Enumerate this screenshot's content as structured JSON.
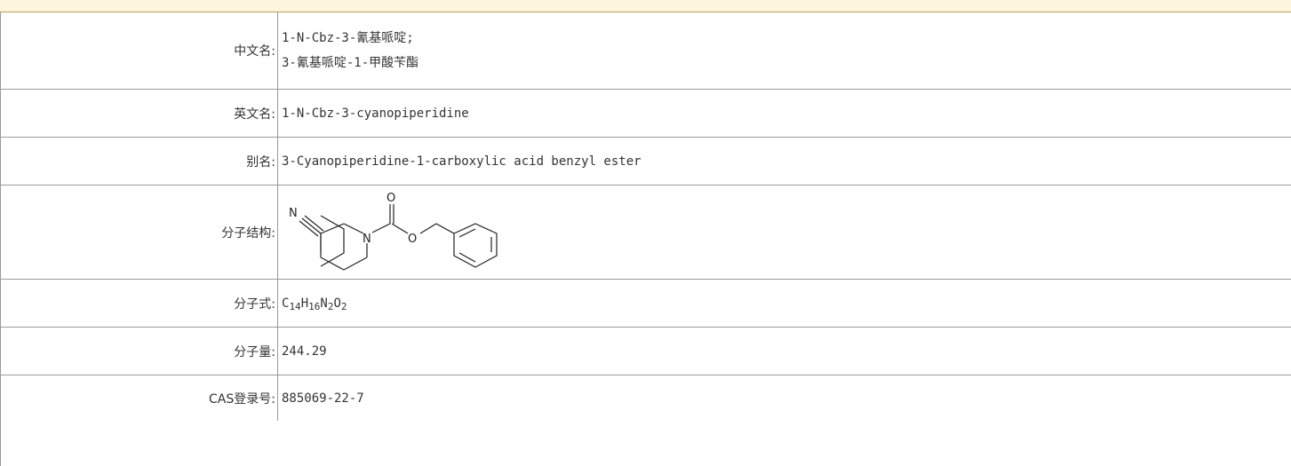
{
  "rows": {
    "chinese_name": {
      "label": "中文名:",
      "values": [
        "1-N-Cbz-3-氰基哌啶;",
        "3-氰基哌啶-1-甲酸苄酯"
      ]
    },
    "english_name": {
      "label": "英文名:",
      "value": "1-N-Cbz-3-cyanopiperidine"
    },
    "alias": {
      "label": "别名:",
      "value": "3-Cyanopiperidine-1-carboxylic acid benzyl ester"
    },
    "structure": {
      "label": "分子结构:",
      "atoms": [
        "N",
        "N",
        "O",
        "O"
      ]
    },
    "formula": {
      "label": "分子式:",
      "parts": [
        {
          "el": "C",
          "n": "14"
        },
        {
          "el": "H",
          "n": "16"
        },
        {
          "el": "N",
          "n": "2"
        },
        {
          "el": "O",
          "n": "2"
        }
      ]
    },
    "molecular_weight": {
      "label": "分子量:",
      "value": "244.29"
    },
    "cas": {
      "label": "CAS登录号:",
      "value": "885069-22-7"
    }
  }
}
